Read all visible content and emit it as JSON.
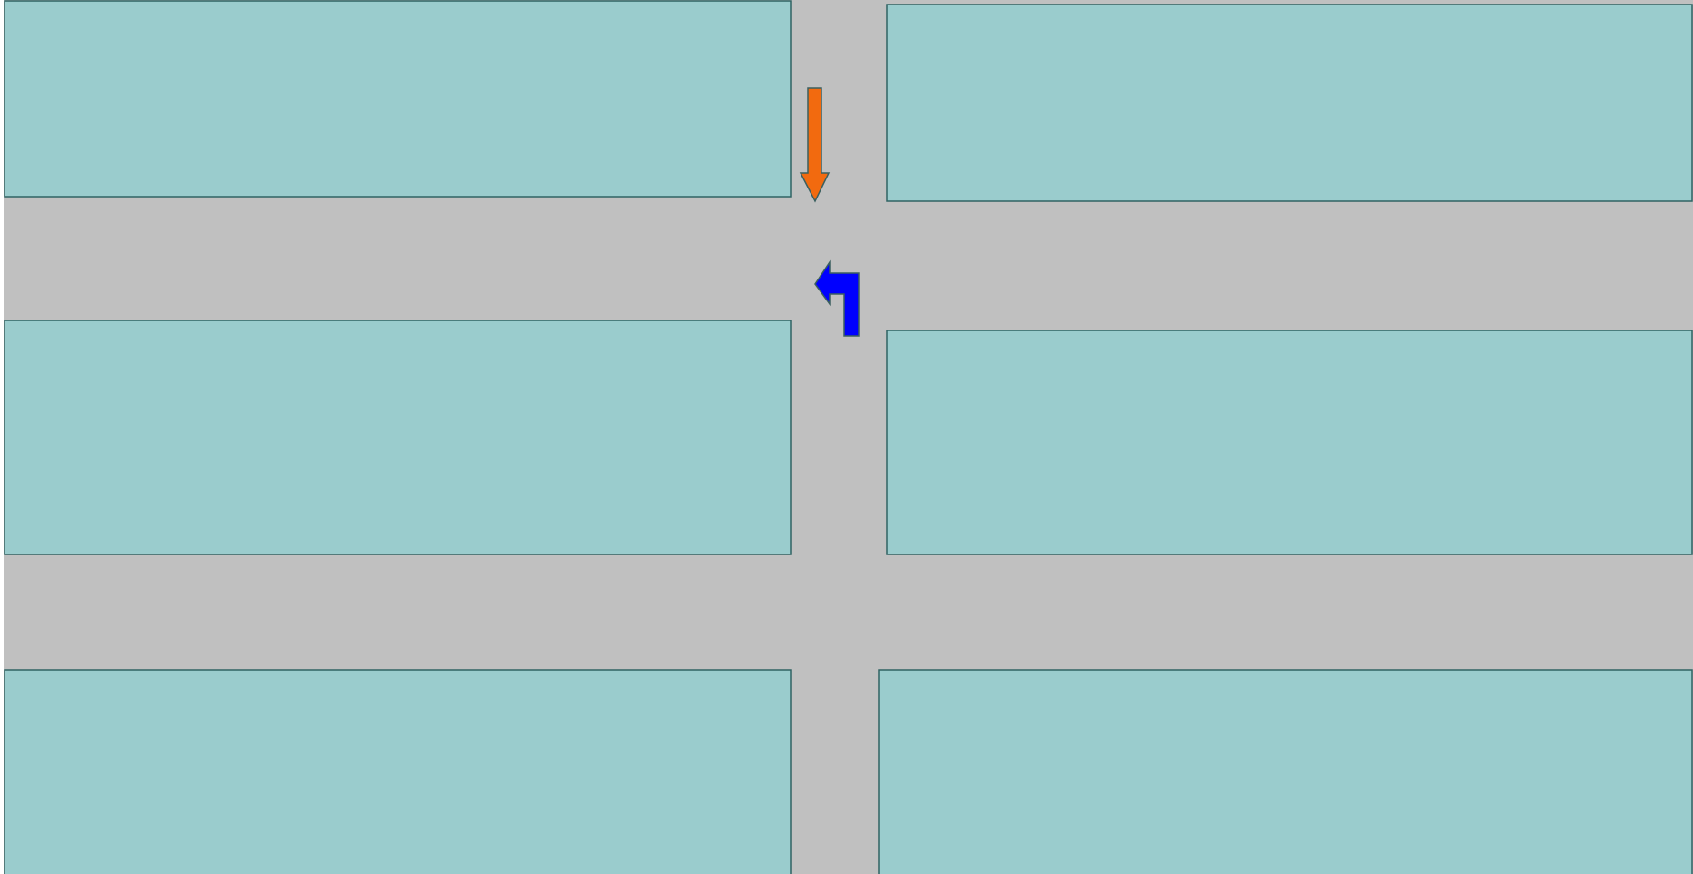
{
  "colors": {
    "road": "#c0c0c0",
    "block_fill": "#9acccd",
    "block_stroke": "#2f6363",
    "arrow_straight_fill": "#f26a0f",
    "arrow_left_turn_fill": "#0000ff",
    "arrow_stroke": "#3a5f5f"
  },
  "blocks": [
    {
      "id": "block-top-left"
    },
    {
      "id": "block-top-right"
    },
    {
      "id": "block-middle-left"
    },
    {
      "id": "block-middle-right"
    },
    {
      "id": "block-bottom-left"
    },
    {
      "id": "block-bottom-right"
    }
  ],
  "arrows": [
    {
      "id": "straight-down-arrow",
      "direction": "down"
    },
    {
      "id": "left-turn-arrow",
      "direction": "left-turn"
    }
  ]
}
